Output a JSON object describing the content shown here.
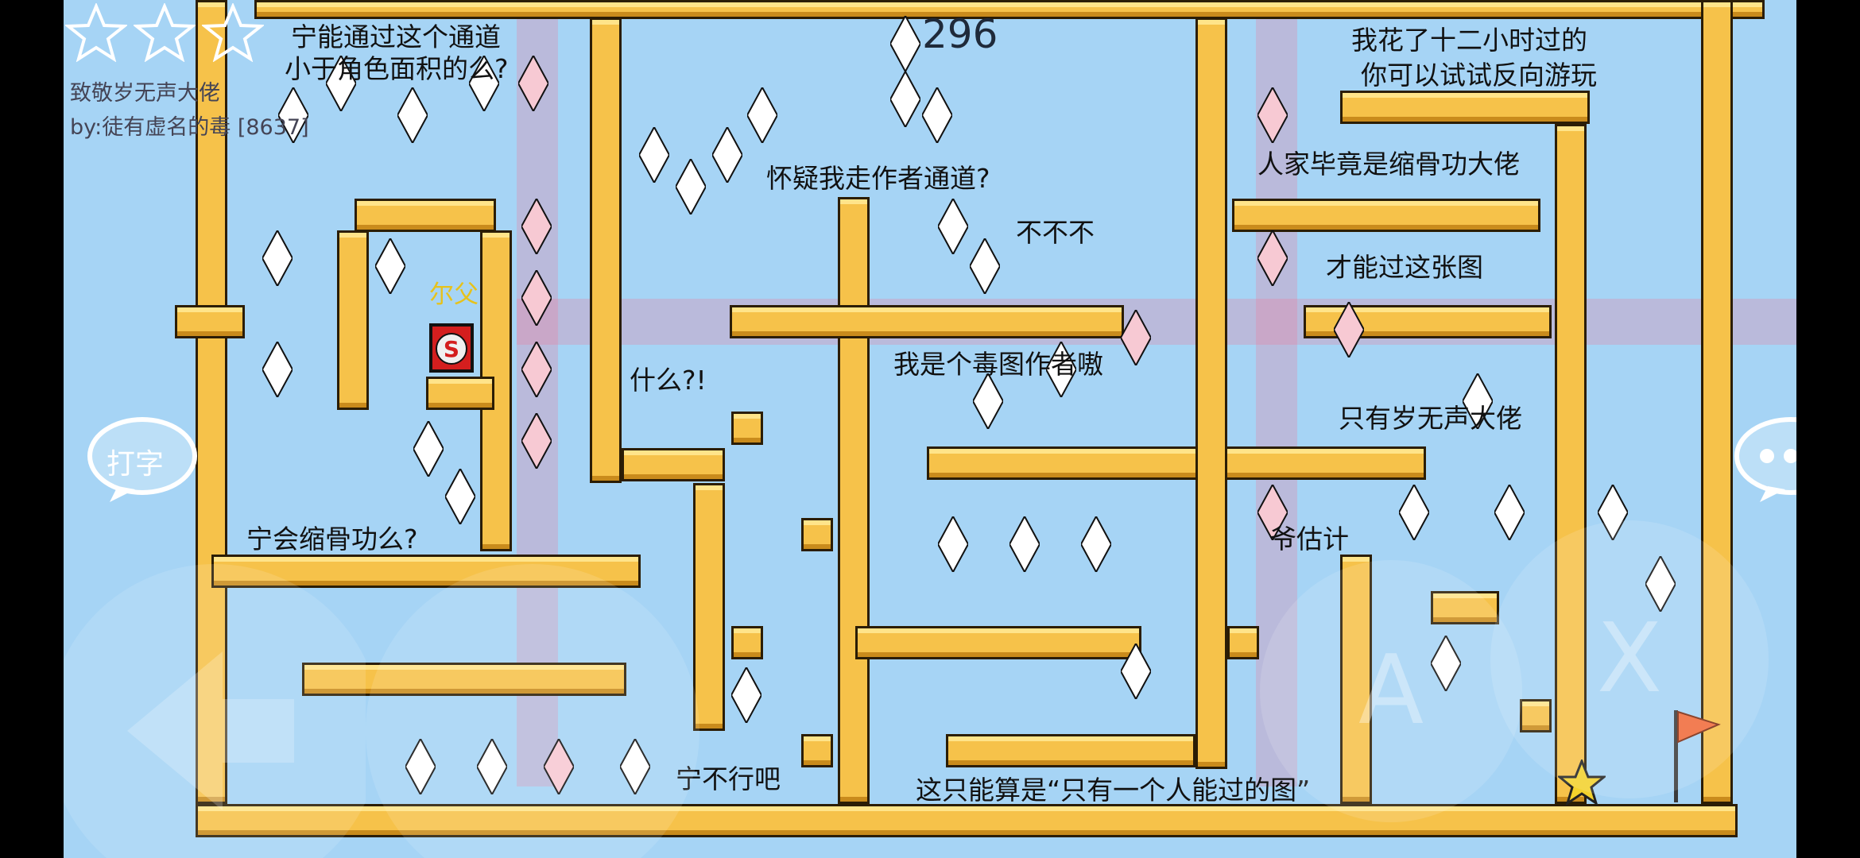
{
  "hud": {
    "timer": "296",
    "level_title": "致敬岁无声大佬",
    "author": "by:徒有虚名的毒 [8637]",
    "stars_collected": 0,
    "stars_total": 3
  },
  "player": {
    "name": "尔父",
    "badge_letter": "S"
  },
  "chat_messages": [
    {
      "text": "宁能通过这个通道"
    },
    {
      "text": "小于角色面积的么?"
    },
    {
      "text": "怀疑我走作者通道?"
    },
    {
      "text": "不不不"
    },
    {
      "text": "我花了十二小时过的"
    },
    {
      "text": "你可以试试反向游玩"
    },
    {
      "text": "人家毕竟是缩骨功大佬"
    },
    {
      "text": "才能过这张图"
    },
    {
      "text": "什么?!"
    },
    {
      "text": "我是个毒图作者嗷"
    },
    {
      "text": "只有岁无声大佬"
    },
    {
      "text": "宁会缩骨功么?"
    },
    {
      "text": "爷估计"
    },
    {
      "text": "宁不行吧"
    },
    {
      "text": "这只能算是“只有一个人能过的图”"
    }
  ],
  "controls": {
    "chat_label": "打字",
    "more_icon": "ellipsis-icon",
    "move_icon": "arrow-left-icon",
    "jump_label": "A",
    "action_label": "X"
  },
  "colors": {
    "sky": "#a6d4f5",
    "wall": "#f6c24a",
    "spike": "#ffffff",
    "ray": "#f07896",
    "flag": "#f06a3a"
  }
}
